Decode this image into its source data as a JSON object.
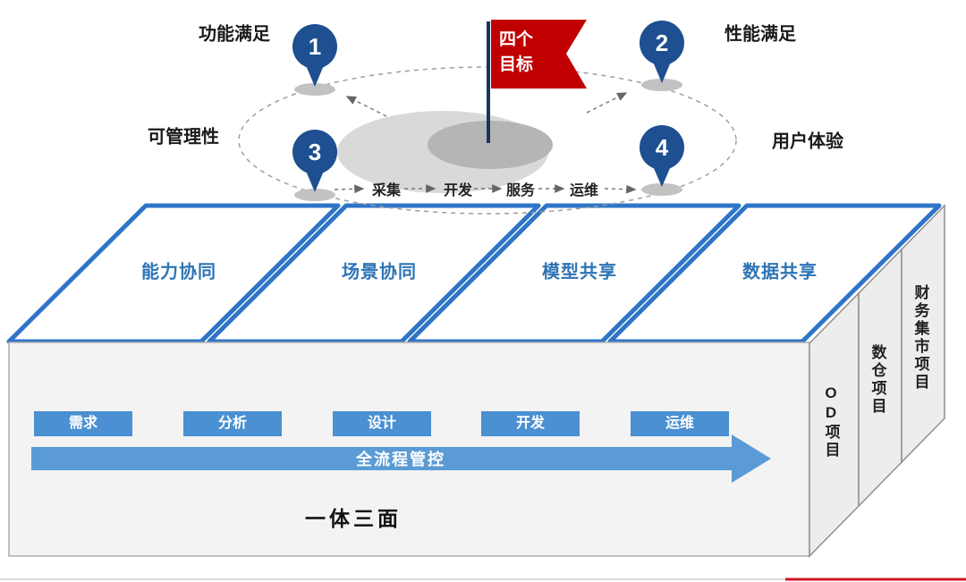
{
  "colors": {
    "pin_blue": "#1d4f91",
    "panel_blue": "#2e75c8",
    "panel_text": "#2e74b5",
    "button_blue": "#4a90d2",
    "arrow_blue": "#5b9bd5",
    "flag_red": "#c00000",
    "face_gray": "#f3f3f3",
    "slab_gray": "#ededed",
    "ink": "#1a1a1a"
  },
  "orbit": {
    "flag_label": "四个\n目标",
    "goals": [
      {
        "num": "1",
        "label": "功能满足"
      },
      {
        "num": "2",
        "label": "性能满足"
      },
      {
        "num": "3",
        "label": "可管理性"
      },
      {
        "num": "4",
        "label": "用户体验"
      }
    ],
    "process": [
      "采集",
      "开发",
      "服务",
      "运维"
    ]
  },
  "top_face": {
    "panels": [
      "能力协同",
      "场景协同",
      "模型共享",
      "数据共享"
    ]
  },
  "front_face": {
    "stages": [
      "需求",
      "分析",
      "设计",
      "开发",
      "运维"
    ],
    "arrow_label": "全流程管控",
    "caption": "一体三面"
  },
  "side_projects": [
    "OD项目",
    "数仓项目",
    "财务集市项目"
  ]
}
